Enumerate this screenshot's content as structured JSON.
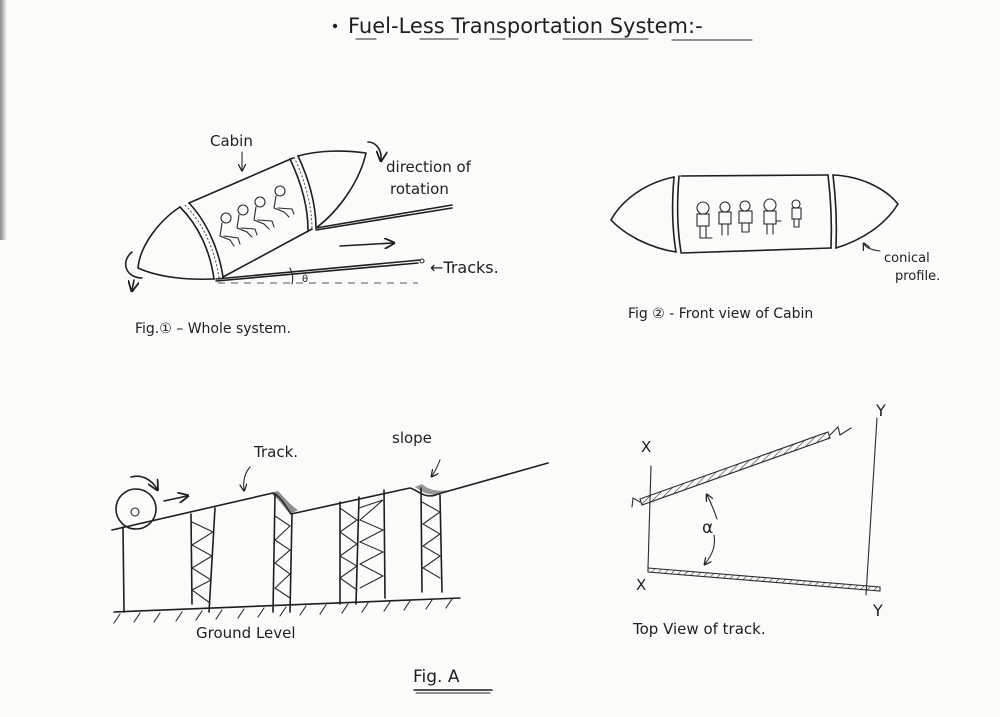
{
  "title": "Fuel-Less Transportation System:-",
  "figure_caption": "Fig. A",
  "fig1": {
    "caption": "Fig.① – Whole system.",
    "labels": {
      "cabin": "Cabin",
      "rotation_line1": "direction of",
      "rotation_line2": "rotation",
      "tracks": "←Tracks.",
      "angle": "θ"
    },
    "passenger_count": 4
  },
  "fig2": {
    "caption": "Fig ② - Front view of Cabin",
    "labels": {
      "profile_line1": "conical",
      "profile_line2": "profile."
    },
    "passenger_count": 5
  },
  "fig3": {
    "labels": {
      "track": "Track.",
      "slope": "slope",
      "ground": "Ground Level"
    }
  },
  "fig4": {
    "caption": "Top View of track.",
    "labels": {
      "x_top": "X",
      "x_bottom": "X",
      "y_top": "Y",
      "y_bottom": "Y",
      "angle": "α"
    }
  },
  "colors": {
    "ink": "#1e1e1e",
    "paper": "#fbfbfa"
  }
}
